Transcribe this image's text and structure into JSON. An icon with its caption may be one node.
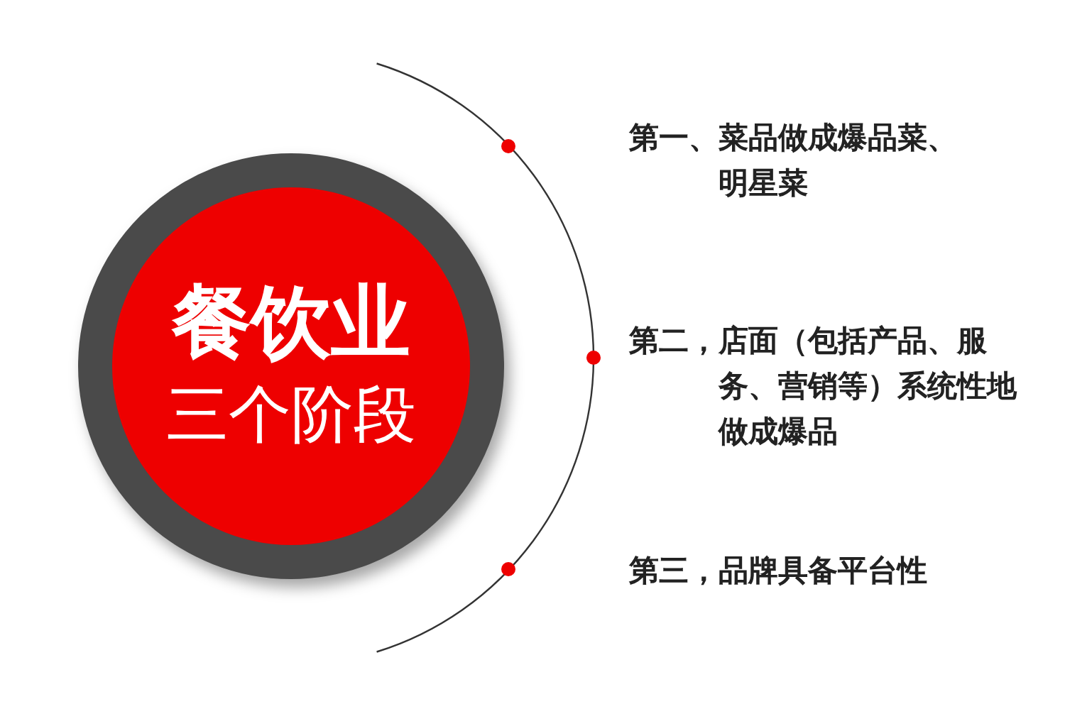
{
  "diagram": {
    "nodes": [
      {
        "text": [
          "餐饮业",
          "三个阶段"
        ]
      },
      {
        "text": [],
        "shape": "circle"
      },
      {
        "text": [],
        "shape": "circle"
      },
      {
        "text": [],
        "shape": "circle"
      }
    ],
    "labels": [
      "第一、菜品做成爆品菜、明星菜",
      "第二，店面（包括产品、服务、营销等）系统性地做成爆品",
      "第三，品牌具备平台性"
    ]
  }
}
